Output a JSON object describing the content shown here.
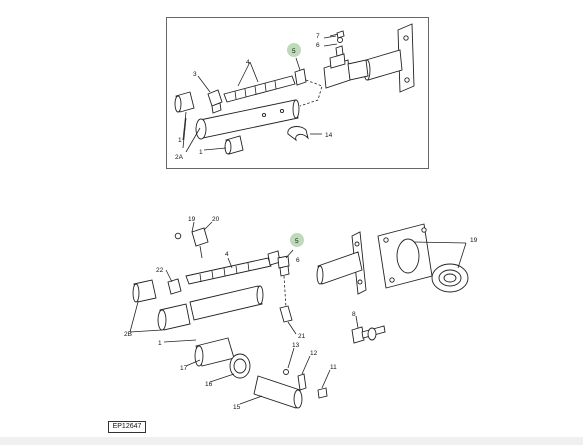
{
  "diagram": {
    "drawing_code": "EP12647",
    "highlight_color": "#b9d9b4",
    "top_view": {
      "labels": [
        "7",
        "6",
        "5",
        "4",
        "3",
        "1",
        "2A",
        "1",
        "14"
      ]
    },
    "bottom_view": {
      "labels": [
        "19",
        "20",
        "5",
        "4",
        "6",
        "22",
        "19",
        "2B",
        "1",
        "21",
        "8",
        "13",
        "12",
        "11",
        "17",
        "16",
        "15"
      ]
    }
  }
}
